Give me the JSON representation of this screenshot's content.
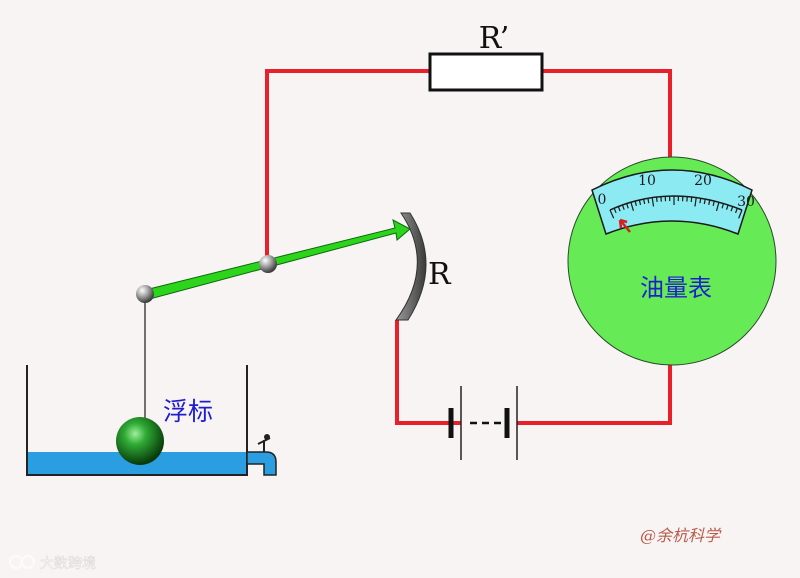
{
  "labels": {
    "resistor": "R’",
    "rheostat": "R",
    "float": "浮标",
    "gauge": "油量表"
  },
  "gauge_scale": {
    "ticks": [
      "0",
      "10",
      "20",
      "30"
    ],
    "pointer_value": 0
  },
  "watermarks": {
    "author": "@余杭科学",
    "logo_text": "大数跨境"
  },
  "colors": {
    "wire": "#e8202a",
    "water": "#2a9ee0",
    "float_ball": "#0f6a16",
    "lever": "#2cd41c",
    "gauge_face": "#66ea55",
    "gauge_scale_bg": "#8ceaf3",
    "label_blue": "#1e1ed0"
  }
}
